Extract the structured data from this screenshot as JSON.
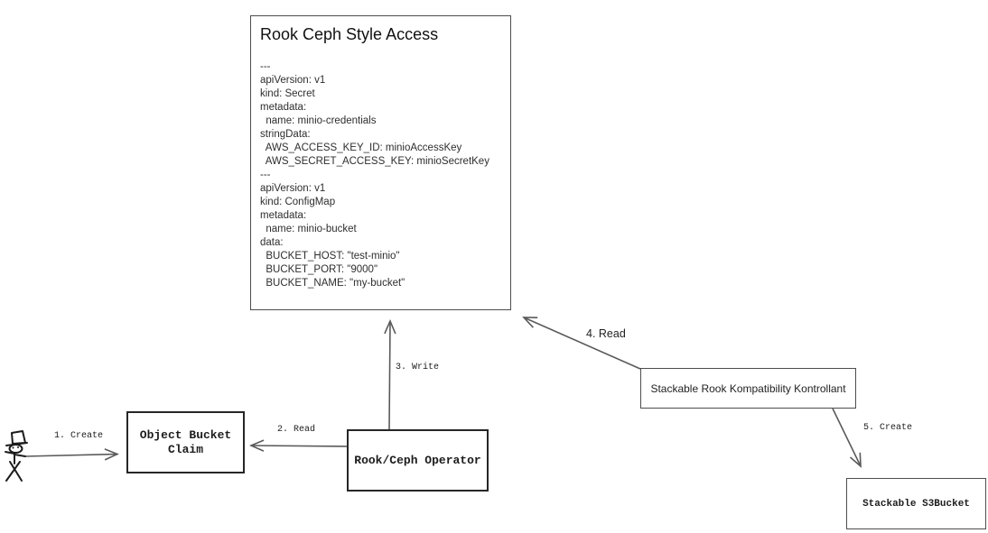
{
  "diagram": {
    "title_box": {
      "title": "Rook Ceph Style Access",
      "yaml_lines": [
        "---",
        "apiVersion: v1",
        "kind: Secret",
        "metadata:",
        "  name: minio-credentials",
        "stringData:",
        "  AWS_ACCESS_KEY_ID: minioAccessKey",
        "  AWS_SECRET_ACCESS_KEY: minioSecretKey",
        "---",
        "apiVersion: v1",
        "kind: ConfigMap",
        "metadata:",
        "  name: minio-bucket",
        "data:",
        "  BUCKET_HOST: \"test-minio\"",
        "  BUCKET_PORT: \"9000\"",
        "  BUCKET_NAME: \"my-bucket\""
      ]
    },
    "nodes": {
      "object_bucket_claim": {
        "label": "Object Bucket Claim"
      },
      "rook_ceph_operator": {
        "label": "Rook/Ceph Operator"
      },
      "stackable_kontrollant": {
        "label": "Stackable Rook Kompatibility Kontrollant"
      },
      "stackable_s3bucket": {
        "label": "Stackable S3Bucket"
      }
    },
    "arrows": {
      "create_obc": {
        "label": "1. Create"
      },
      "read_obc": {
        "label": "2. Read"
      },
      "write_manifests": {
        "label": "3. Write"
      },
      "read_manifests": {
        "label": "4. Read"
      },
      "create_s3bucket": {
        "label": "5. Create"
      }
    },
    "colors": {
      "box_border_heavy": "#262626",
      "box_border_light": "#4d4d4d",
      "arrow": "#5a5a5a",
      "text": "#1c1c1c"
    }
  }
}
